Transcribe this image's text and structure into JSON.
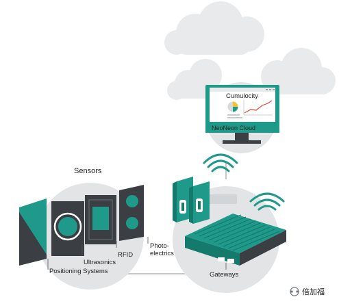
{
  "sensors": {
    "title": "Sensors",
    "labels": {
      "positioning": "Positioning Systems",
      "ultrasonics": "Ultrasonics",
      "rfid": "RFID",
      "photo_line1": "Photo-",
      "photo_line2": "electrics"
    }
  },
  "cloud": {
    "app_name": "Cumulocity",
    "monitor_caption": "NeoNeon Cloud"
  },
  "gateways": {
    "label": "Gateways"
  },
  "watermark": {
    "text": "倍加福"
  },
  "colors": {
    "teal": "#1f9a8a",
    "dark_teal": "#147a6c",
    "dark_grey": "#3b3f44",
    "light_grey": "#e2e4e6",
    "cloud_grey": "#e9eaec",
    "line_grey": "#c8cacc"
  }
}
